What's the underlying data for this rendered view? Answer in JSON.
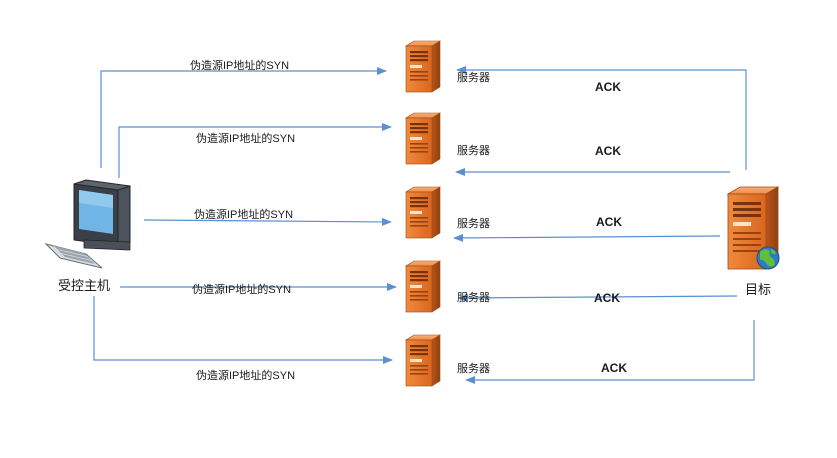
{
  "host_label": "受控主机",
  "target_label": "目标",
  "server_label": "服务器",
  "syn_label": "伪造源IP地址的SYN",
  "ack_label": "ACK",
  "colors": {
    "arrow": "#5b8fd1",
    "server_body": "#e8772e",
    "server_light": "#f4a060",
    "server_dark": "#b8561c"
  },
  "icons": {
    "host": "desktop-computer-icon",
    "server": "server-tower-icon",
    "target": "web-server-globe-icon"
  }
}
